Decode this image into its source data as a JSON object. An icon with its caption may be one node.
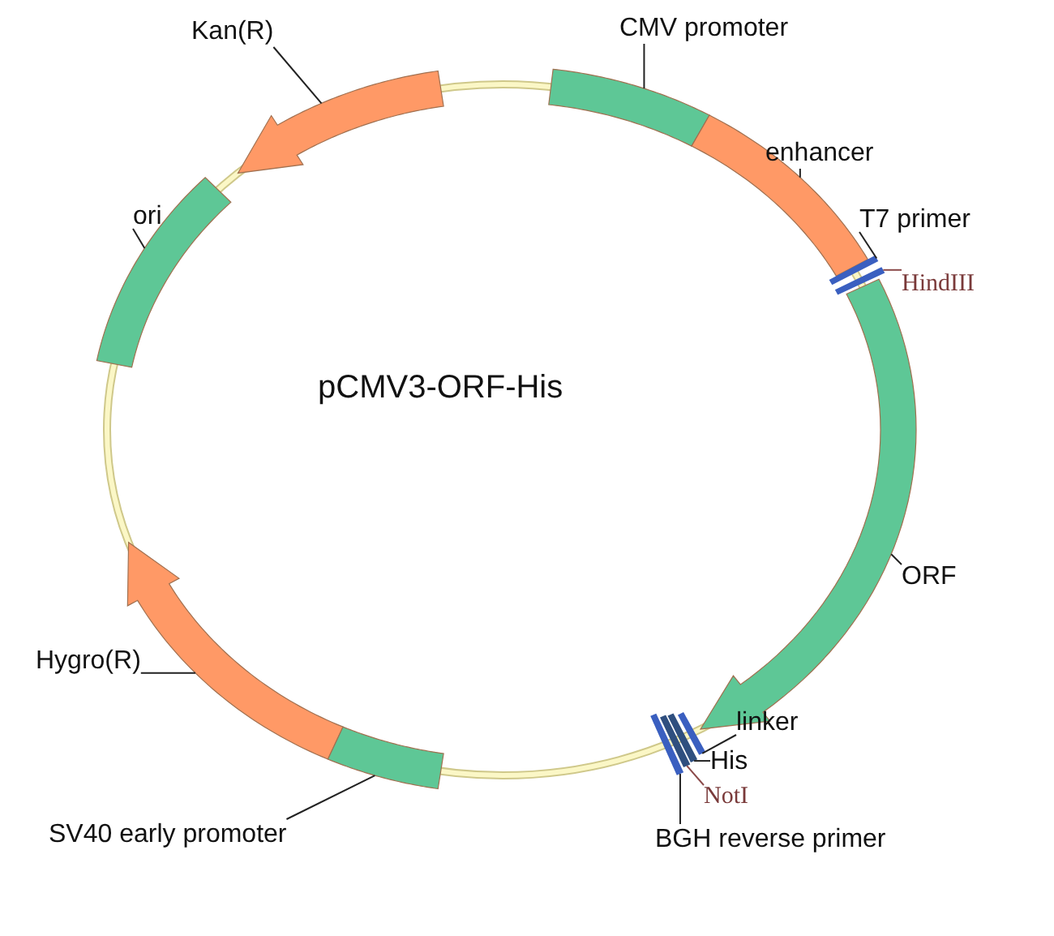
{
  "diagram": {
    "title": "pCMV3-ORF-His",
    "nodes": [
      {
        "text": [
          "Kan(R)"
        ]
      },
      {
        "text": [
          "CMV promoter"
        ]
      },
      {
        "text": [
          "enhancer"
        ]
      },
      {
        "text": [
          "ori"
        ]
      },
      {
        "text": [
          "T7 primer"
        ]
      },
      {
        "text": [
          "HindIII"
        ]
      },
      {
        "text": [
          "ORF"
        ]
      },
      {
        "text": [
          "Hygro(R)"
        ]
      },
      {
        "text": [
          "linker"
        ]
      },
      {
        "text": [
          "His"
        ]
      },
      {
        "text": [
          "NotI"
        ]
      },
      {
        "text": [
          "SV40 early promoter"
        ]
      },
      {
        "text": [
          "BGH reverse primer"
        ]
      },
      {
        "text": [],
        "shape": "arrow"
      },
      {
        "text": [],
        "shape": "bar"
      },
      {
        "text": [],
        "shape": "bar"
      },
      {
        "text": [],
        "shape": "bar"
      },
      {
        "text": [],
        "shape": "bar"
      },
      {
        "text": [],
        "shape": "bar"
      },
      {
        "text": [],
        "shape": "arrow"
      },
      {
        "text": [],
        "shape": "arrow"
      },
      {
        "text": [],
        "shape": "bar"
      },
      {
        "text": [],
        "shape": "bar"
      },
      {
        "text": [],
        "shape": "bar"
      },
      {
        "text": [],
        "shape": "bar"
      },
      {
        "text": [],
        "shape": "bar"
      }
    ],
    "edges": [
      {
        "from": 0,
        "to": 13,
        "arrow": "none"
      },
      {
        "from": 1,
        "to": 14,
        "arrow": "none"
      },
      {
        "from": 2,
        "to": 15,
        "arrow": "none"
      },
      {
        "from": 3,
        "to": 16,
        "arrow": "none"
      },
      {
        "from": 4,
        "to": 17,
        "arrow": "none"
      },
      {
        "from": 5,
        "to": 18,
        "arrow": "none",
        "color": "#8b4a4a"
      },
      {
        "from": 6,
        "to": 19,
        "arrow": "none"
      },
      {
        "from": 7,
        "to": 20,
        "arrow": "none"
      },
      {
        "from": 8,
        "to": 21,
        "arrow": "none"
      },
      {
        "from": 9,
        "to": 22,
        "arrow": "none"
      },
      {
        "from": 10,
        "to": 23,
        "arrow": "none",
        "color": "#8b4a4a"
      },
      {
        "from": 11,
        "to": 24,
        "arrow": "none"
      },
      {
        "from": 12,
        "to": 25,
        "arrow": "none"
      }
    ]
  }
}
